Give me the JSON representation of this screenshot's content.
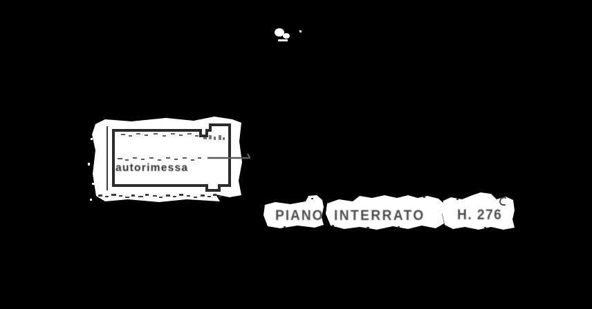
{
  "scene": {
    "background_color": "#000000",
    "paper_color": "#ffffff",
    "ink_color": "#2e2e2e",
    "caption_color": "#4f4f4f"
  },
  "floor_plan": {
    "room_label": "autorimessa"
  },
  "caption": {
    "floor_word_1": "PIANO",
    "floor_word_2": "INTERRATO",
    "height_label": "H. 276"
  }
}
